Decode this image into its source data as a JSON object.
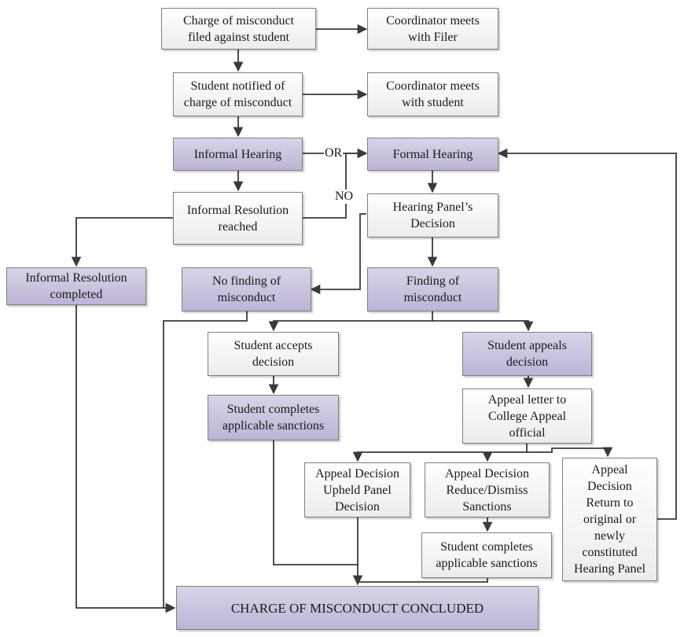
{
  "nodes": {
    "charge_filed": "Charge of misconduct\nfiled against student",
    "coord_filer": "Coordinator meets\nwith Filer",
    "student_notified": "Student notified of\ncharge of misconduct",
    "coord_student": "Coordinator meets\nwith student",
    "informal_hearing": "Informal Hearing",
    "formal_hearing": "Formal Hearing",
    "informal_resolution_reached": "Informal Resolution\nreached",
    "panel_decision": "Hearing Panel’s\nDecision",
    "informal_resolution_completed": "Informal Resolution\ncompleted",
    "no_finding": "No finding of\nmisconduct",
    "finding": "Finding of\nmisconduct",
    "student_accepts": "Student accepts\ndecision",
    "student_appeals": "Student appeals\ndecision",
    "completes_sanctions_1": "Student completes\napplicable sanctions",
    "appeal_letter": "Appeal letter to\nCollege Appeal\nofficial",
    "appeal_upheld": "Appeal Decision\nUpheld Panel\nDecision",
    "appeal_reduce": "Appeal Decision\nReduce/Dismiss\nSanctions",
    "appeal_return": "Appeal\nDecision\nReturn to\noriginal or\nnewly\nconstituted\nHearing Panel",
    "completes_sanctions_2": "Student completes\napplicable sanctions",
    "concluded": "CHARGE OF MISCONDUCT CONCLUDED"
  },
  "edge_labels": {
    "or": "OR",
    "no": "NO"
  },
  "colors": {
    "line": "#3a3a3a",
    "box_border": "#7f7f7f",
    "purple_fill": "#c9c2de",
    "white_fill": "#f5f5f5"
  }
}
